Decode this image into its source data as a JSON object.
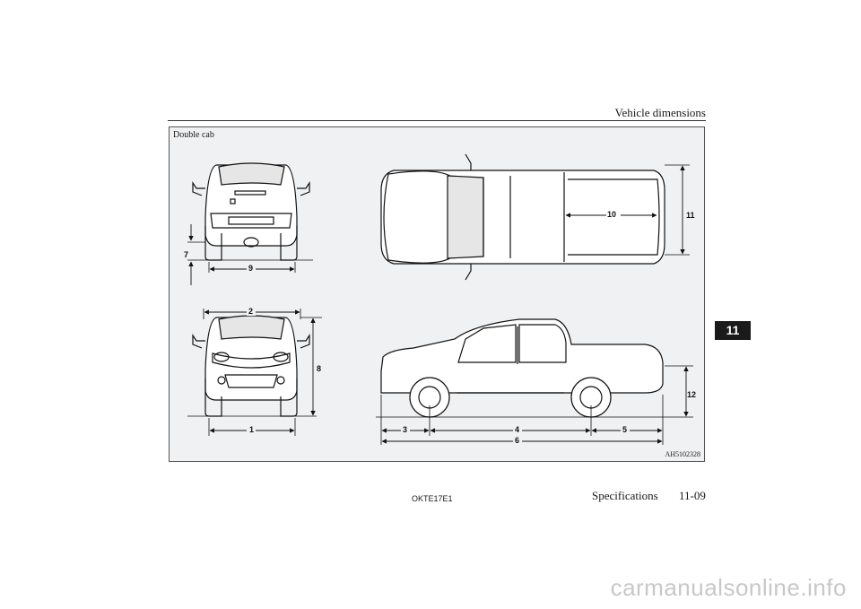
{
  "header": {
    "title": "Vehicle dimensions"
  },
  "figure": {
    "caption": "Double cab",
    "code": "AH5102328",
    "dimension_labels": {
      "d1": "1",
      "d2": "2",
      "d3": "3",
      "d4": "4",
      "d5": "5",
      "d6": "6",
      "d7": "7",
      "d8": "8",
      "d9": "9",
      "d10": "10",
      "d11": "11",
      "d12": "12"
    }
  },
  "chapter_tab": {
    "number": "11"
  },
  "footer": {
    "doc_code": "OKTE17E1",
    "section": "Specifications",
    "page": "11-09"
  },
  "watermark": {
    "text": "carmanualsonline.info"
  }
}
